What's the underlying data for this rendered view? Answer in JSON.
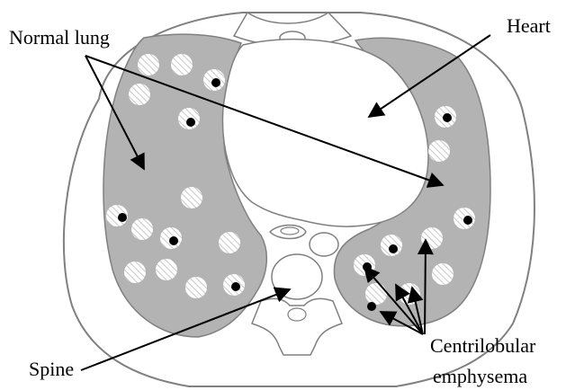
{
  "labels": {
    "normal_lung": "Normal lung",
    "heart": "Heart",
    "spine": "Spine",
    "centrilobular_line1": "Centrilobular",
    "centrilobular_line2": "emphysema"
  },
  "colors": {
    "lung_fill": "#b3b3b3",
    "outline": "#808080",
    "arrow": "#000000",
    "dot": "#000000",
    "hatch": "#ffffff"
  }
}
